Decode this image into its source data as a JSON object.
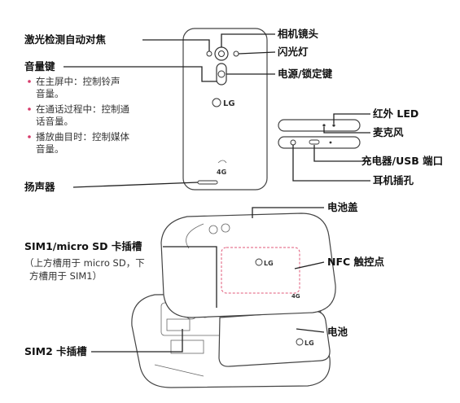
{
  "labels": {
    "laser_af": "激光检测自动对焦",
    "volume_key": "音量键",
    "speaker": "扬声器",
    "camera_lens": "相机镜头",
    "flash": "闪光灯",
    "power_lock": "电源/锁定键",
    "ir_led": "红外 LED",
    "microphone": "麦克风",
    "charger_port": "充电器/USB 端口",
    "headset_jack": "耳机插孔",
    "battery_cover": "电池盖",
    "sim1_slot": "SIM1/micro SD 卡插槽",
    "sim1_note_line1": "（上方槽用于 micro SD，下",
    "sim1_note_line2": "方槽用于 SIM1）",
    "nfc": "NFC 触控点",
    "battery": "电池",
    "sim2_slot": "SIM2 卡插槽"
  },
  "volume_notes": [
    {
      "line1": "在主屏中：控制铃声",
      "line2": "音量。"
    },
    {
      "line1": "在通话过程中：控制通",
      "line2": "话音量。"
    },
    {
      "line1": "播放曲目时：控制媒体",
      "line2": "音量。"
    }
  ],
  "marks": {
    "brand": "LG",
    "network": "4G"
  },
  "colors": {
    "accent_bullet": "#d63a6a",
    "nfc_outline": "#e05a7a"
  }
}
